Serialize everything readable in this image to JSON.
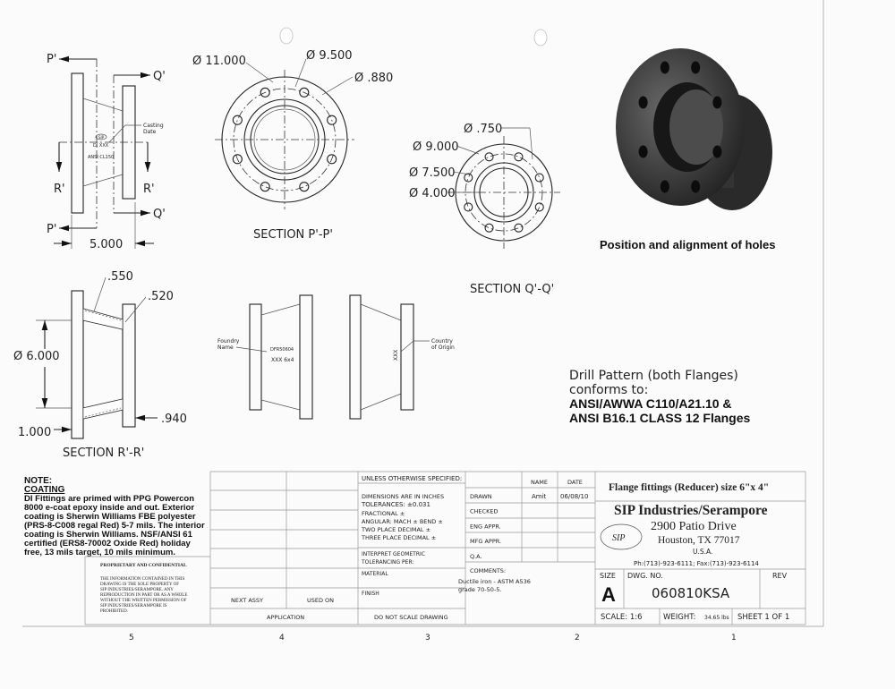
{
  "views": {
    "side": {
      "p_label": "P'",
      "q_label": "Q'",
      "r_label": "R'",
      "casting_date": "Casting",
      "casting_date2": "Date",
      "mark_sip": "SIP",
      "mark_di": "DI  XXX",
      "mark_ansi": "ANSI CL150",
      "dim_length": "5.000"
    },
    "section_p": {
      "title": "SECTION P'-P'",
      "d_outer": "Ø 11.000",
      "d_bolt": "Ø 9.500",
      "d_hole": "Ø .880"
    },
    "section_q": {
      "title": "SECTION Q'-Q'",
      "d_hole": "Ø .750",
      "d_outer": "Ø 9.000",
      "d_bolt": "Ø 7.500",
      "d_bore": "Ø 4.000"
    },
    "section_r": {
      "title": "SECTION R'-R'",
      "d_550": ".550",
      "d_520": ".520",
      "d_bore": "Ø 6.000",
      "d_1000": "1.000",
      "d_940": ".940"
    },
    "front": {
      "foundry1": "Foundry",
      "foundry2": "Name",
      "mark1": "DFR50604",
      "mark2": "XXX  6x4",
      "country1": "Country",
      "country2": "of Origin",
      "mark3": "XXX"
    },
    "iso_caption": "Position and alignment of holes",
    "drill": {
      "line1": "Drill Pattern (both Flanges)",
      "line2": "conforms to:",
      "line3": "ANSI/AWWA C110/A21.10 &",
      "line4": "ANSI B16.1 CLASS 12 Flanges"
    }
  },
  "notes": {
    "heading": "NOTE:",
    "subheading": "COATING",
    "lines": [
      "DI Fittings are primed with PPG Powercon",
      "8000 e-coat epoxy inside and out. Exterior",
      "coating is Sherwin Williams FBE polyester",
      "(PRS-8-C008 regal Red) 5-7 mils. The interior",
      "coating is Sherwin Williams. NSF/ANSI 61",
      "certified (ERS8-70002 Oxide Red) holiday",
      "free, 13 mils target, 10 mils minimum."
    ]
  },
  "proprietary": {
    "title": "PROPRIETARY AND CONFIDENTIAL",
    "lines": [
      "THE INFORMATION CONTAINED IN THIS",
      "DRAWING IS THE SOLE PROPERTY OF",
      "SIP INDUSTRIES/SERAMPORE.  ANY",
      "REPRODUCTION IN PART OR AS A WHOLE",
      "WITHOUT THE WRITTEN PERMISSION OF",
      "SIP INDUSTRIES/SERAMPORE IS",
      "PROHIBITED."
    ]
  },
  "application": {
    "next_assy": "NEXT ASSY",
    "used_on": "USED ON",
    "label": "APPLICATION"
  },
  "tolerances": {
    "header": "UNLESS OTHERWISE SPECIFIED:",
    "dims": "DIMENSIONS ARE IN INCHES",
    "tol": "TOLERANCES:   ±0.031",
    "fractional": "FRACTIONAL ±",
    "angular": "ANGULAR: MACH ±    BEND ±",
    "two": "TWO PLACE DECIMAL    ±",
    "three": "THREE PLACE DECIMAL  ±",
    "interp1": "INTERPRET GEOMETRIC",
    "interp2": "TOLERANCING PER:",
    "material": "MATERIAL",
    "finish": "FINISH",
    "no_scale": "DO NOT SCALE DRAWING"
  },
  "approvals": {
    "name_h": "NAME",
    "date_h": "DATE",
    "rows": [
      {
        "label": "DRAWN",
        "name": "Amit",
        "date": "06/08/10"
      },
      {
        "label": "CHECKED",
        "name": "",
        "date": ""
      },
      {
        "label": "ENG APPR.",
        "name": "",
        "date": ""
      },
      {
        "label": "MFG APPR.",
        "name": "",
        "date": ""
      },
      {
        "label": "Q.A.",
        "name": "",
        "date": ""
      }
    ],
    "comments": "COMMENTS:",
    "comment1": "Ductile iron - ASTM A536",
    "comment2": "grade 70-50-5."
  },
  "title_block": {
    "title": "Flange fittings (Reducer) size 6\"x 4\"",
    "company": "SIP Industries/Serampore",
    "address1": "2900 Patio Drive",
    "address2": "Houston, TX 77017",
    "country": "U.S.A.",
    "phone": "Ph:(713)-923-6111; Fax:(713)-923-6114",
    "logo": "SIP",
    "size_label": "SIZE",
    "size": "A",
    "dwg_label": "DWG.  NO.",
    "dwg_no": "060810KSA",
    "rev_label": "REV",
    "scale": "SCALE: 1:6",
    "weight_label": "WEIGHT:",
    "weight": "34.65 lbs",
    "sheet": "SHEET 1 OF 1"
  },
  "zones": [
    "5",
    "4",
    "3",
    "2",
    "1"
  ]
}
